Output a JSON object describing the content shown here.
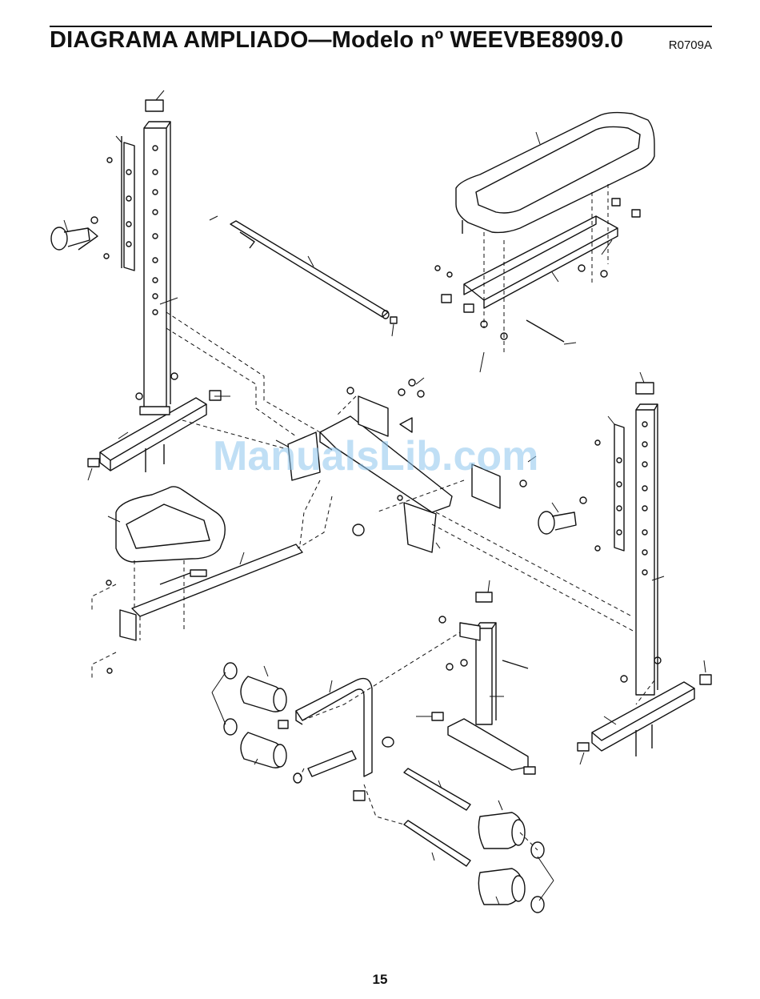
{
  "header": {
    "title": "DIAGRAMA AMPLIADO—Modelo nº WEEVBE8909.0",
    "code": "R0709A"
  },
  "watermark": "ManualsLib.com",
  "footer": {
    "page_number": "15"
  }
}
